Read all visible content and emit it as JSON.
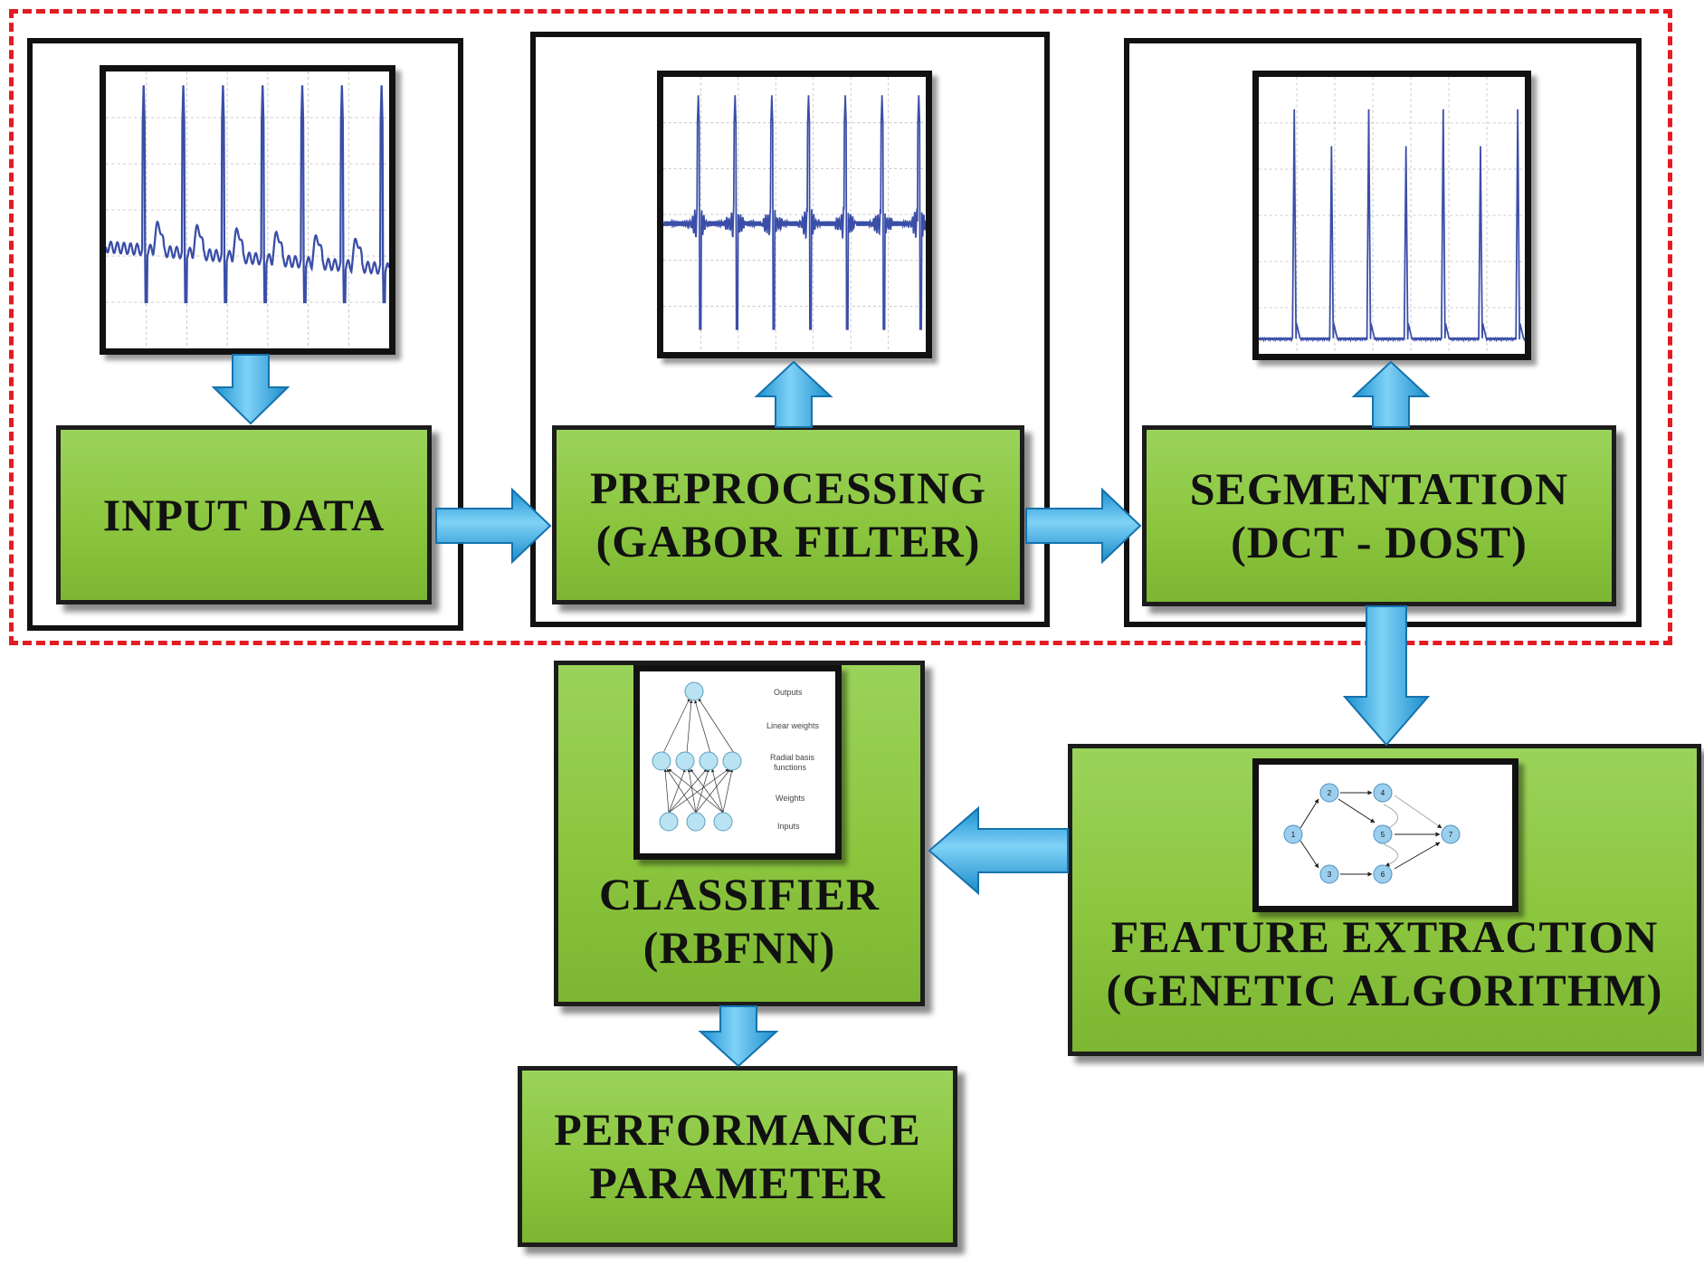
{
  "stages": {
    "input": {
      "line1": "INPUT DATA"
    },
    "preprocessing": {
      "line1": "PREPROCESSING",
      "line2": "(GABOR FILTER)"
    },
    "segmentation": {
      "line1": "SEGMENTATION",
      "line2": "(DCT - DOST)"
    },
    "feature_extraction": {
      "line1": "FEATURE EXTRACTION",
      "line2": "(GENETIC ALGORITHM)"
    },
    "classifier": {
      "line1": "CLASSIFIER",
      "line2": "(RBFNN)"
    },
    "performance": {
      "line1": "PERFORMANCE",
      "line2": "PARAMETER"
    }
  },
  "rbf_network_labels": {
    "outputs": "Outputs",
    "linear_weights": "Linear weights",
    "radial_basis_1": "Radial basis",
    "radial_basis_2": "functions",
    "weights": "Weights",
    "inputs": "Inputs"
  },
  "graph_node_labels": [
    "1",
    "2",
    "3",
    "4",
    "5",
    "6",
    "7"
  ],
  "colors": {
    "block_green": "#8cc63f",
    "arrow_blue": "#29a9e1",
    "signal_blue": "#3a4ea8",
    "dashed_border_red": "#e31b23"
  }
}
